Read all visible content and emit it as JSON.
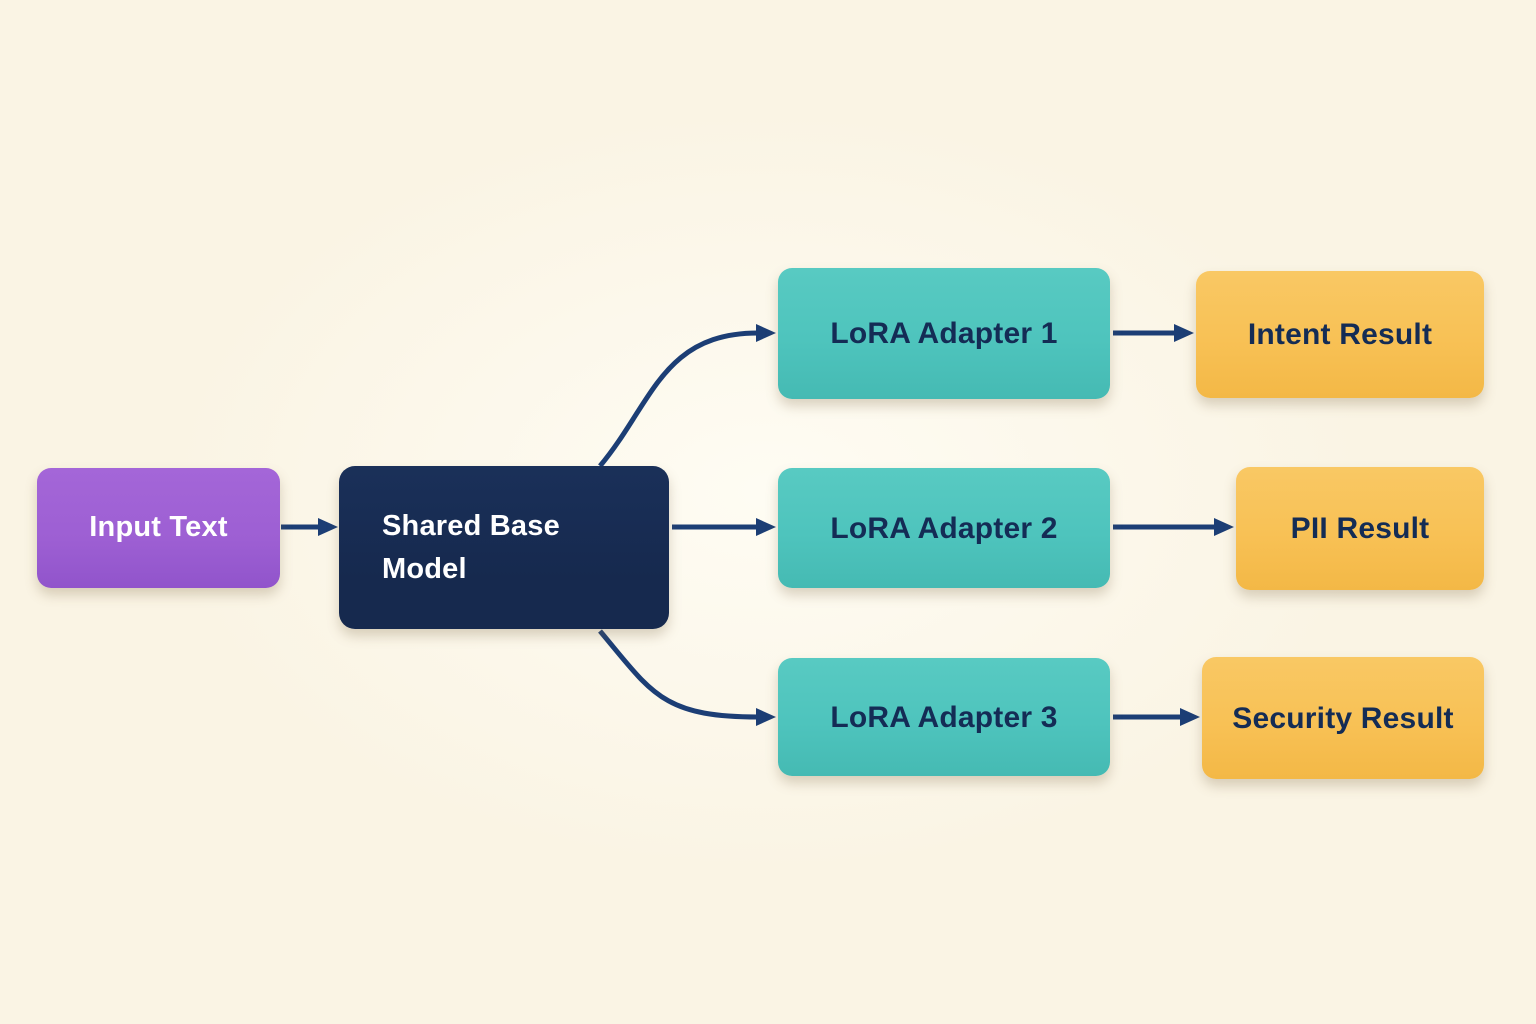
{
  "diagram": {
    "type": "flowchart",
    "description": "Multi-LoRA serving architecture: one shared base model fans out to three LoRA adapters producing separate results",
    "nodes": {
      "input": {
        "label": "Input Text",
        "role": "input"
      },
      "base": {
        "label": "Shared Base Model",
        "role": "model"
      },
      "adapter1": {
        "label": "LoRA Adapter 1",
        "role": "adapter"
      },
      "adapter2": {
        "label": "LoRA Adapter 2",
        "role": "adapter"
      },
      "adapter3": {
        "label": "LoRA Adapter 3",
        "role": "adapter"
      },
      "result1": {
        "label": "Intent Result",
        "role": "output"
      },
      "result2": {
        "label": "PII Result",
        "role": "output"
      },
      "result3": {
        "label": "Security Result",
        "role": "output"
      }
    },
    "edges": [
      {
        "from": "input",
        "to": "base"
      },
      {
        "from": "base",
        "to": "adapter1"
      },
      {
        "from": "base",
        "to": "adapter2"
      },
      {
        "from": "base",
        "to": "adapter3"
      },
      {
        "from": "adapter1",
        "to": "result1"
      },
      {
        "from": "adapter2",
        "to": "result2"
      },
      {
        "from": "adapter3",
        "to": "result3"
      }
    ]
  },
  "colors": {
    "bg": "#faf4e4",
    "input_box": "#9d5fd3",
    "base_box": "#16294e",
    "adapter_box": "#4ec4bd",
    "result_box": "#f8c155",
    "arrow": "#1c3e75",
    "text_light": "#ffffff",
    "text_dark": "#142c55"
  }
}
